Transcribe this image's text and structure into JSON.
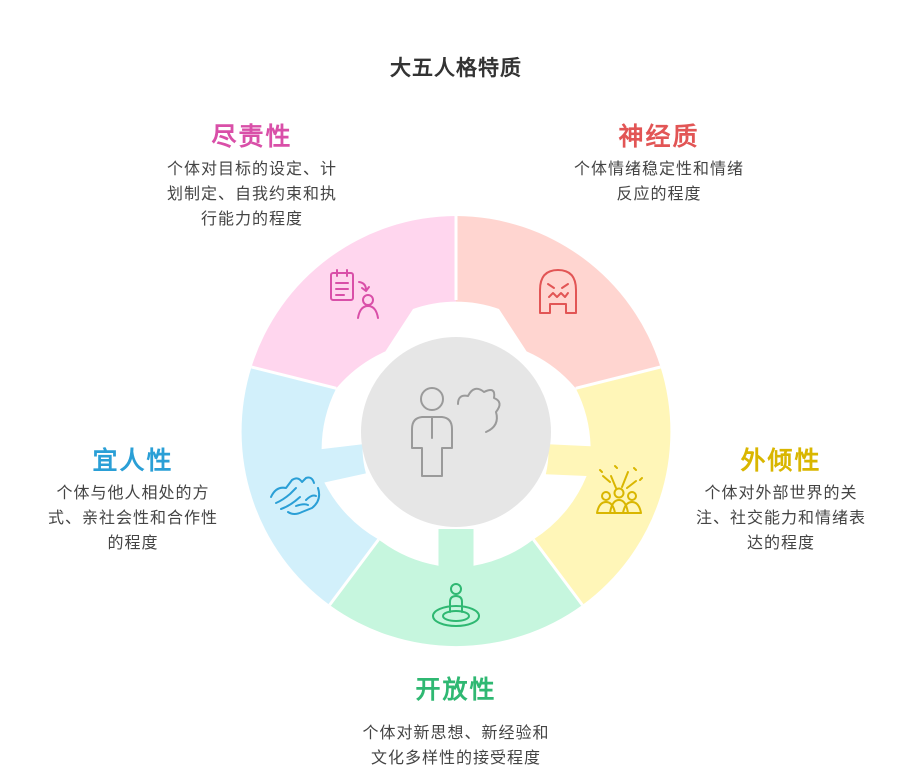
{
  "title": "大五人格特质",
  "traits": {
    "conscientiousness": {
      "heading": "尽责性",
      "lines": [
        "个体对目标的设定、计",
        "划制定、自我约束和执",
        "行能力的程度"
      ],
      "color": "#d94fa8",
      "fill": "#ffd6ee",
      "icon": "checklist-person-icon"
    },
    "neuroticism": {
      "heading": "神经质",
      "lines": [
        "个体情绪稳定性和情绪",
        "反应的程度"
      ],
      "color": "#e25555",
      "fill": "#ffd5d0",
      "icon": "stressed-face-icon"
    },
    "extraversion": {
      "heading": "外倾性",
      "lines": [
        "个体对外部世界的关",
        "注、社交能力和情绪表",
        "达的程度"
      ],
      "color": "#d9b600",
      "fill": "#fff6b8",
      "icon": "celebrating-group-icon"
    },
    "openness": {
      "heading": "开放性",
      "lines": [
        "个体对新思想、新经验和",
        "文化多样性的接受程度"
      ],
      "color": "#2fb872",
      "fill": "#c6f6de",
      "icon": "person-on-target-icon"
    },
    "agreeableness": {
      "heading": "宜人性",
      "lines": [
        "个体与他人相处的方",
        "式、亲社会性和合作性",
        "的程度"
      ],
      "color": "#2a9fd6",
      "fill": "#d2f0fb",
      "icon": "handshake-icon"
    }
  },
  "center": {
    "icon": "person-thinking-icon",
    "fill": "#e6e6e6"
  }
}
